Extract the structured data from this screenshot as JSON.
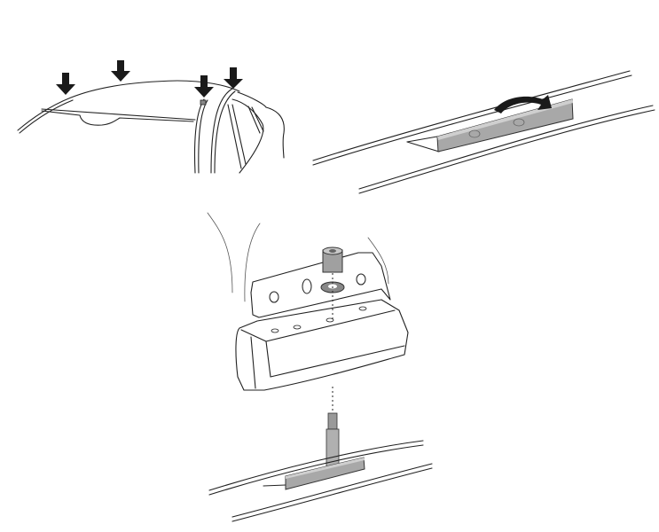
{
  "diagram": {
    "type": "installation-instructions",
    "panels": [
      {
        "id": "roof-mount-points",
        "description": "Car roof with four downward arrows indicating mounting points"
      },
      {
        "id": "rail-cover-removal",
        "description": "Roof rail with cover strip being flipped open (curved arrow)"
      },
      {
        "id": "foot-assembly",
        "description": "Rack foot with nut and washer lowered onto threaded stud in rail channel"
      }
    ],
    "arrow_count": 4,
    "colors": {
      "line": "#222222",
      "arrow_fill": "#1a1a1a",
      "part_fill": "#a8a8a8",
      "part_light": "#d2d2d2",
      "background": "#ffffff"
    }
  }
}
